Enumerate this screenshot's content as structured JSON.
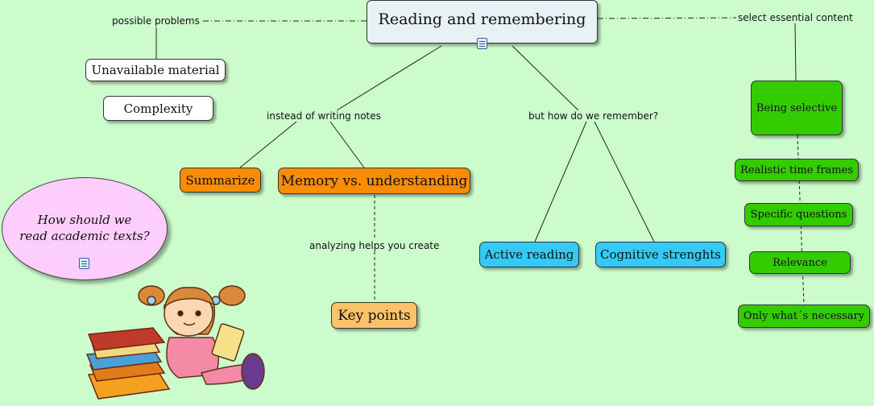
{
  "title": "Reading and remembering",
  "links": {
    "possible_problems": "possible problems",
    "select_essential": "select essential content",
    "instead_of_notes": "instead of writing notes",
    "how_remember": "but how do we remember?",
    "analyzing": "analyzing helps you create"
  },
  "problems": [
    "Unavailable material",
    "Complexity"
  ],
  "notes": {
    "summarize": "Summarize",
    "memory": "Memory vs. understanding",
    "key_points": "Key points"
  },
  "remember": [
    "Active reading",
    "Cognitive strenghts"
  ],
  "selective": {
    "head": "Being selective",
    "items": [
      "Realistic time frames",
      "Specific questions",
      "Relevance",
      "Only what´s necessary"
    ]
  },
  "question": {
    "line1": "How should we",
    "line2": "read academic texts?"
  },
  "icons": {
    "root_note": "note-icon",
    "question_note": "note-icon",
    "illustration": "girl-reading-books-illustration"
  },
  "colors": {
    "background": "#ccfccc",
    "orange": "#f98c05",
    "light_orange": "#fdc36a",
    "cyan": "#33cbf5",
    "green": "#33cc00",
    "pink": "#fdcdfd"
  }
}
